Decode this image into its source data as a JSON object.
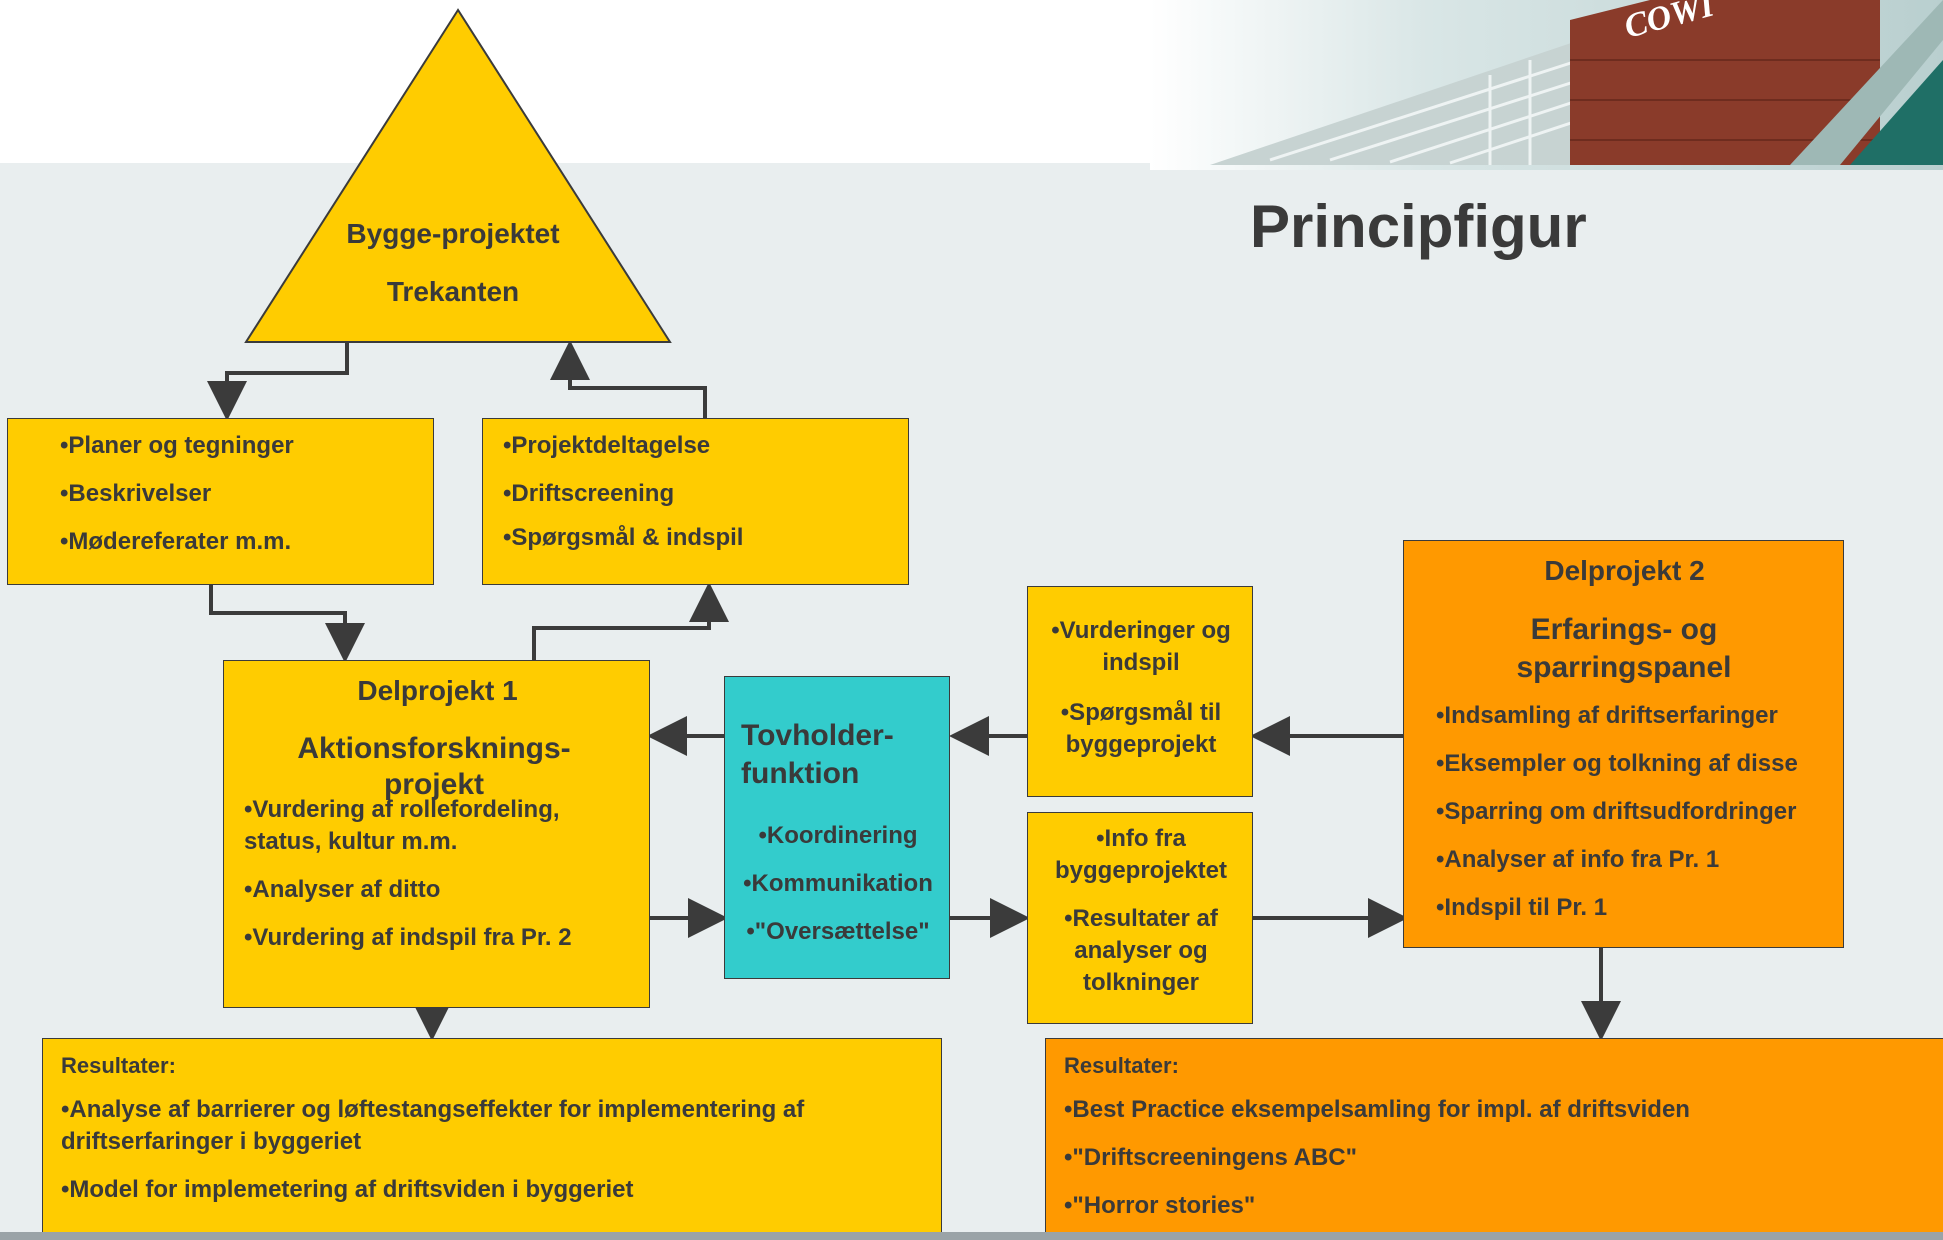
{
  "page": {
    "title": "Principfigur",
    "logo_text": "COWI"
  },
  "triangle": {
    "line1": "Bygge-projektet",
    "line2": "Trekanten"
  },
  "box_planer": {
    "items": [
      "•Planer og tegninger",
      "•Beskrivelser",
      "•Mødereferater m.m."
    ]
  },
  "box_projekt": {
    "items": [
      "•Projektdeltagelse",
      "•Driftscreening",
      "•Spørgsmål  & indspil"
    ]
  },
  "delprojekt1": {
    "title": "Delprojekt 1",
    "subtitle": "Aktionsforsknings-projekt",
    "items": [
      "•Vurdering af rollefordeling,",
      "status, kultur m.m.",
      "•Analyser af ditto",
      "•Vurdering af indspil fra Pr. 2"
    ]
  },
  "tovholder": {
    "title": "Tovholder-funktion",
    "items": [
      "•Koordinering",
      "•Kommunikation",
      "•\"Oversættelse\""
    ]
  },
  "box_vurderinger": {
    "items": [
      "•Vurderinger og indspil",
      "•Spørgsmål til byggeprojekt"
    ]
  },
  "box_info": {
    "items": [
      "•Info fra byggeprojektet",
      "•Resultater af analyser og tolkninger"
    ]
  },
  "delprojekt2": {
    "title": "Delprojekt 2",
    "subtitle": "Erfarings- og sparringspanel",
    "items": [
      "•Indsamling af driftserfaringer",
      "•Eksempler og tolkning af disse",
      "•Sparring om driftsudfordringer",
      "•Analyser af info fra Pr. 1",
      "•Indspil til Pr. 1"
    ]
  },
  "results1": {
    "heading": "Resultater:",
    "items": [
      "•Analyse af barrierer og løftestangseffekter for implementering af",
      "driftserfaringer i byggeriet",
      "•Model for implemetering af driftsviden i byggeriet"
    ]
  },
  "results2": {
    "heading": "Resultater:",
    "items": [
      "•Best Practice eksempelsamling for impl. af driftsviden",
      "•\"Driftscreeningens ABC\"",
      "•\"Horror stories\""
    ]
  },
  "colors": {
    "yellow": "#ffcc00",
    "orange": "#ff9900",
    "teal": "#33cccc",
    "text": "#3a3a3a"
  }
}
